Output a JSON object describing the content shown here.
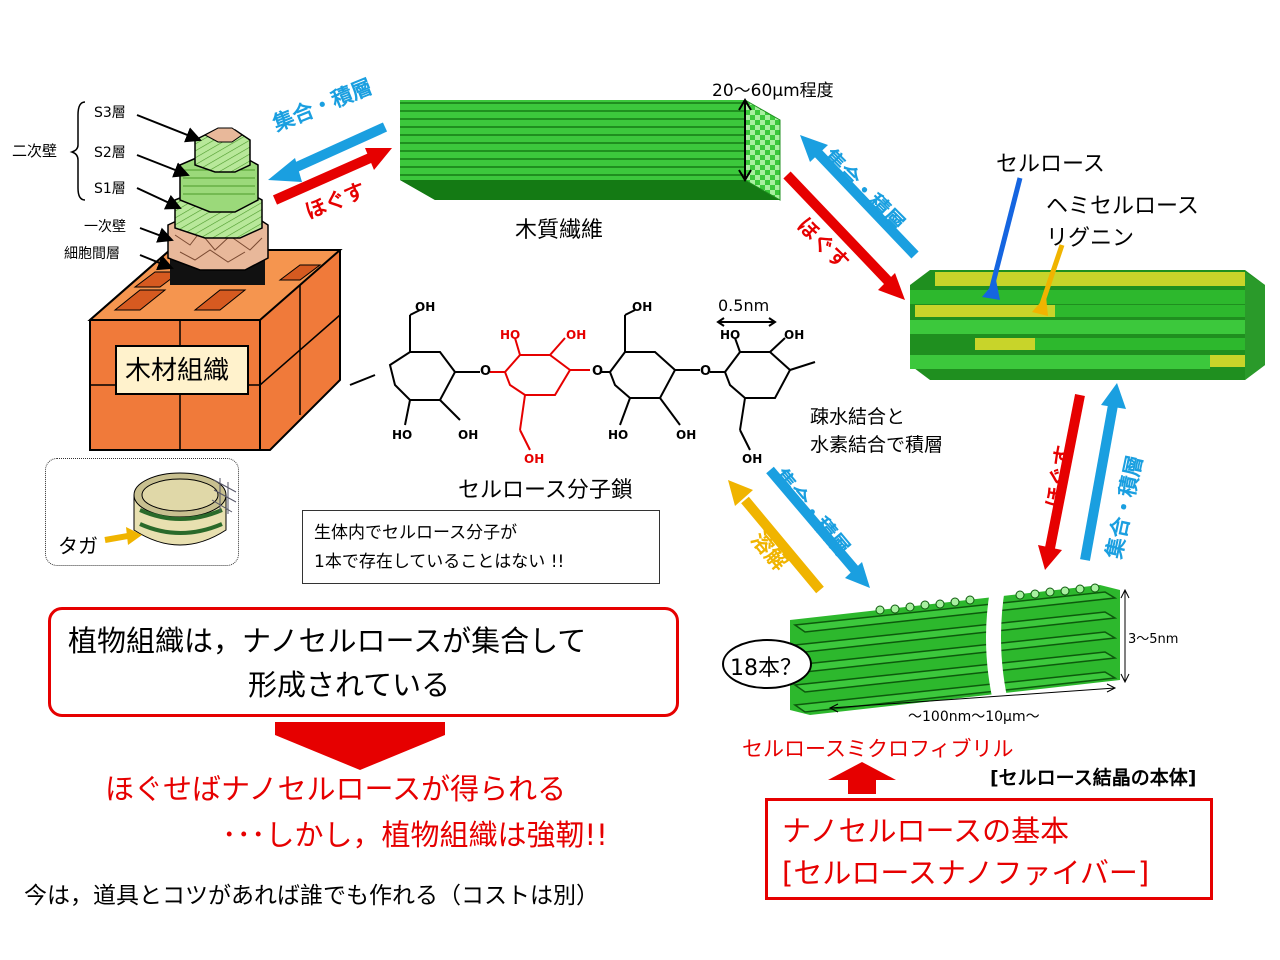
{
  "wood": {
    "secondary_wall": "二次壁",
    "s3": "S3層",
    "s2": "S2層",
    "s1": "S1層",
    "primary_wall": "一次壁",
    "middle_lamella": "細胞間層",
    "tissue_label": "木材組織"
  },
  "taga": {
    "label": "タガ"
  },
  "fiber": {
    "size": "20～60μm程度",
    "label": "木質繊維"
  },
  "arrows": {
    "assemble": "集合・積層",
    "loosen": "ほぐす",
    "dissolve": "溶解"
  },
  "layers": {
    "cellulose": "セルロース",
    "hemicellulose": "ヘミセルロース",
    "lignin": "リグニン",
    "bonding": [
      "疎水結合と",
      "水素結合で積層"
    ]
  },
  "molecule": {
    "oh": "OH",
    "ho": "HO",
    "o": "O",
    "dim": "0.5nm",
    "label": "セルロース分子鎖"
  },
  "note": [
    "生体内でセルロース分子が",
    "1本で存在していることはない !!"
  ],
  "conclusion": {
    "line1": "植物組織は，ナノセルロースが集合して",
    "line2": "形成されている"
  },
  "result": {
    "line1": "ほぐせばナノセルロースが得られる",
    "line2": "･･･しかし，植物組織は強靭!!"
  },
  "footer": "今は，道具とコツがあれば誰でも作れる（コストは別）",
  "microfibril": {
    "count": "18本？",
    "height": "3～5nm",
    "length": "～100nm～10μm～",
    "label": "セルロースミクロフィブリル",
    "crystal": "[セルロース結晶の本体]"
  },
  "nanofiber": {
    "line1": "ナノセルロースの基本",
    "line2": "[セルロースナノファイバー]"
  },
  "colors": {
    "red": "#e60000",
    "blue": "#1a9fe0",
    "green": "#2db82d",
    "yellow": "#c8d42a",
    "orange": "#f07a3a"
  }
}
